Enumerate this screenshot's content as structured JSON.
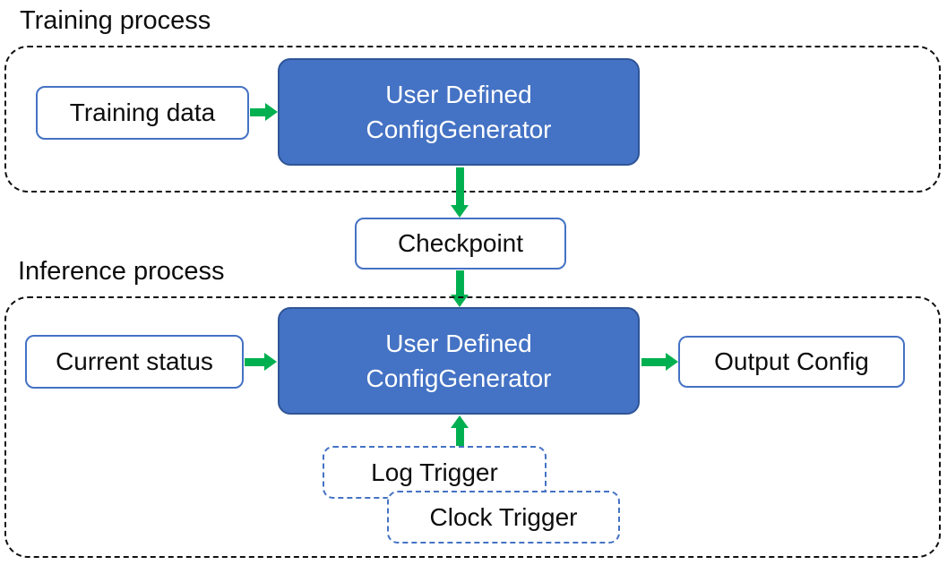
{
  "sections": {
    "training": {
      "label": "Training process"
    },
    "inference": {
      "label": "Inference process"
    }
  },
  "nodes": {
    "training_data": {
      "label": "Training data"
    },
    "generator_training": {
      "line1": "User Defined",
      "line2": "ConfigGenerator"
    },
    "checkpoint": {
      "label": "Checkpoint"
    },
    "current_status": {
      "label": "Current status"
    },
    "generator_inference": {
      "line1": "User Defined",
      "line2": "ConfigGenerator"
    },
    "output_config": {
      "label": "Output Config"
    },
    "log_trigger": {
      "label": "Log Trigger"
    },
    "clock_trigger": {
      "label": "Clock Trigger"
    }
  },
  "edges": [
    {
      "from": "training_data",
      "to": "generator_training",
      "direction": "right"
    },
    {
      "from": "generator_training",
      "to": "checkpoint",
      "direction": "down"
    },
    {
      "from": "checkpoint",
      "to": "generator_inference",
      "direction": "down"
    },
    {
      "from": "current_status",
      "to": "generator_inference",
      "direction": "right"
    },
    {
      "from": "generator_inference",
      "to": "output_config",
      "direction": "right"
    },
    {
      "from": "log_trigger",
      "to": "generator_inference",
      "direction": "up"
    }
  ],
  "colors": {
    "node_fill_blue": "#4472C4",
    "node_border_dark_blue": "#2F5597",
    "white_node_border_blue": "#4472C4",
    "arrow_green": "#00B050",
    "container_border_black": "#111111",
    "text_dark": "#0d0d0d",
    "text_light": "#ffffff"
  }
}
